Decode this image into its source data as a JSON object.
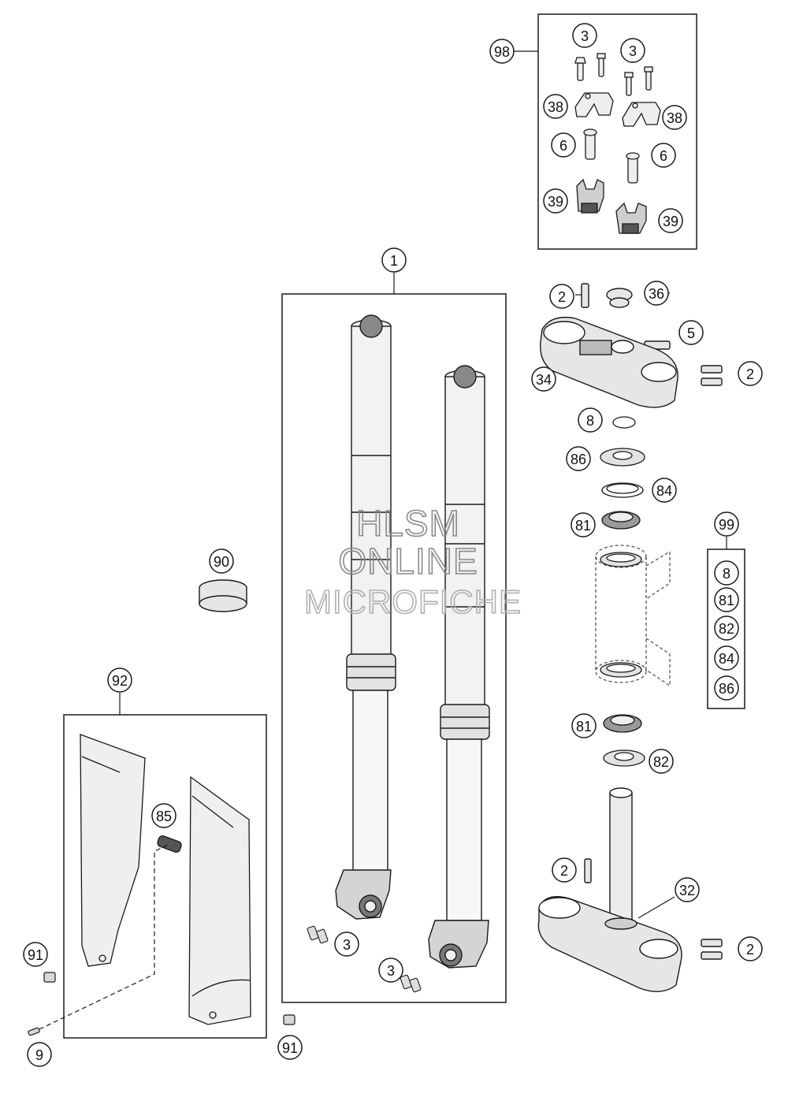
{
  "watermark": {
    "line1": "HLSM",
    "line2": "ONLINE",
    "line3": "MICROFICHE"
  },
  "callouts": {
    "c98": "98",
    "c3a": "3",
    "c3b": "3",
    "c38a": "38",
    "c38b": "38",
    "c6a": "6",
    "c6b": "6",
    "c39a": "39",
    "c39b": "39",
    "c1": "1",
    "c2a": "2",
    "c36": "36",
    "c5": "5",
    "c2b": "2",
    "c34": "34",
    "c8": "8",
    "c86": "86",
    "c84": "84",
    "c81a": "81",
    "c99": "99",
    "k8": "8",
    "k81": "81",
    "k82": "82",
    "k84": "84",
    "k86": "86",
    "c81b": "81",
    "c82": "82",
    "c2c": "2",
    "c32": "32",
    "c2d": "2",
    "c90": "90",
    "c92": "92",
    "c85": "85",
    "c91a": "91",
    "c91b": "91",
    "c9": "9",
    "c3c": "3",
    "c3d": "3"
  },
  "colors": {
    "line": "#1a1a1a",
    "part_fill": "#e9e9e9",
    "part_dark": "#555555",
    "watermark": "#8a8a8a"
  }
}
